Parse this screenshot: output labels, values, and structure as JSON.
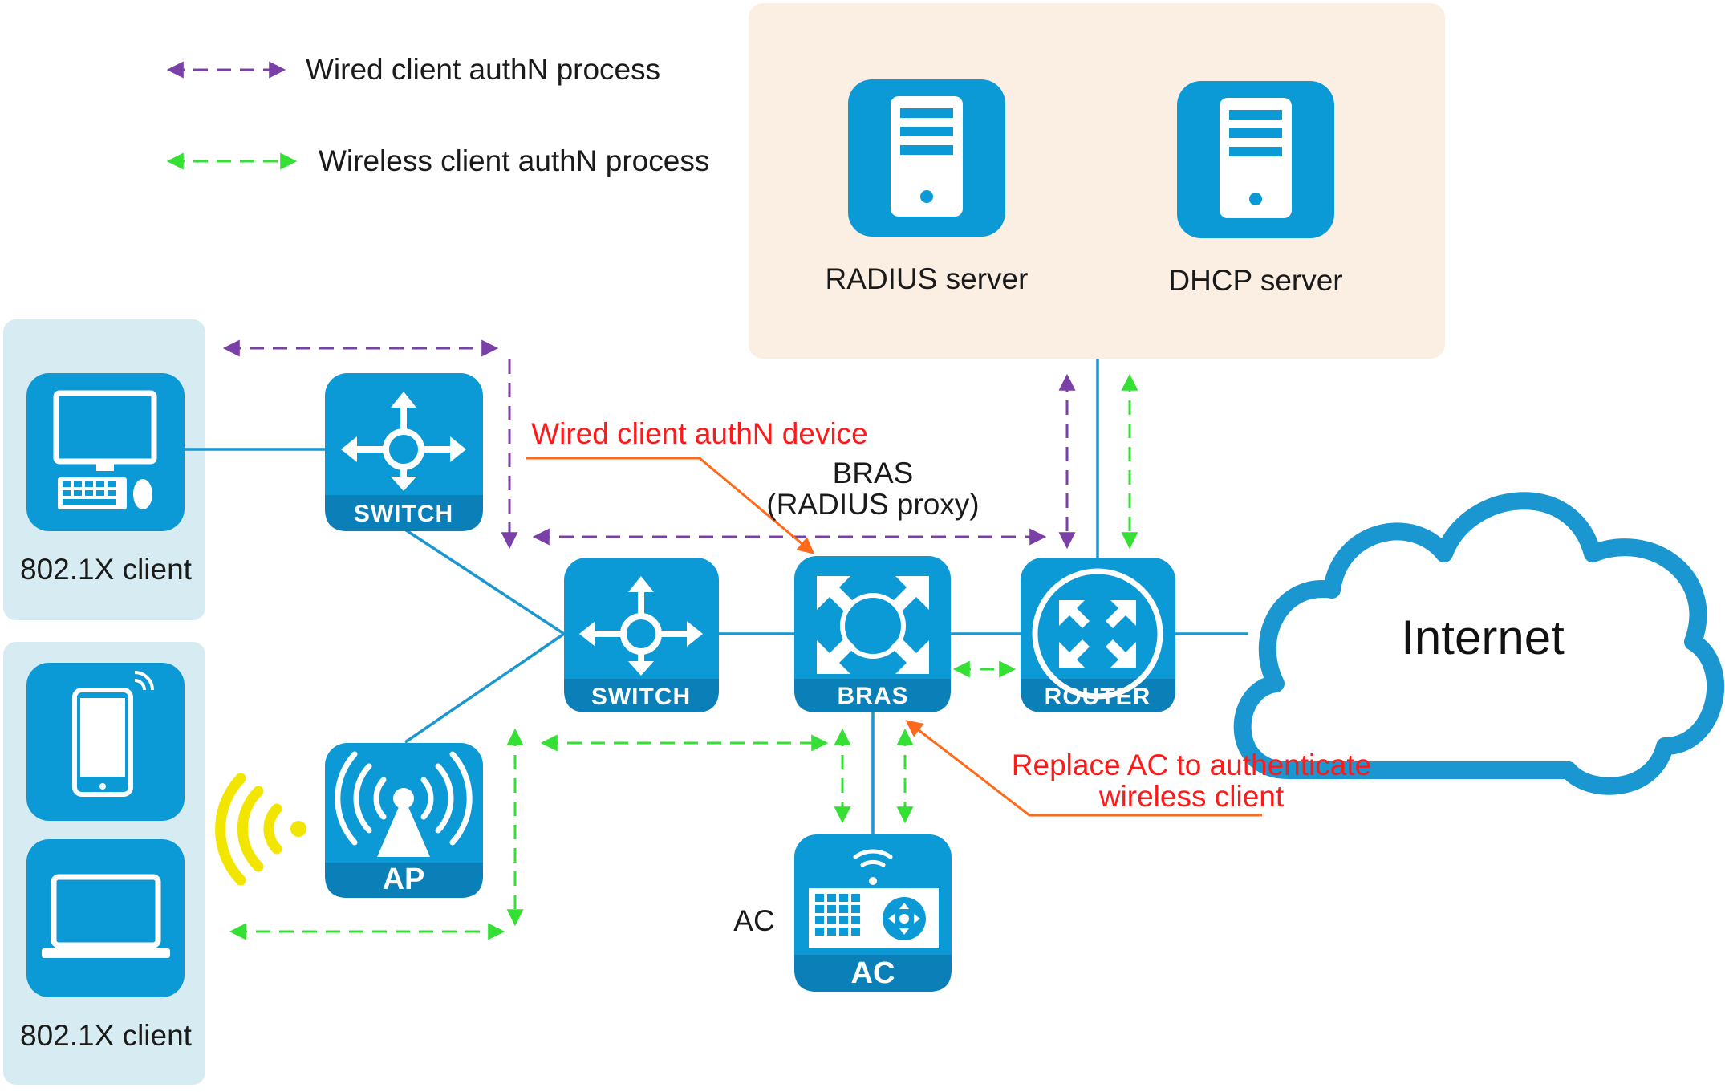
{
  "legend": {
    "wired": {
      "label": "Wired client authN process",
      "color": "#7b3fa8"
    },
    "wireless": {
      "label": "Wireless client authN process",
      "color": "#33e033"
    }
  },
  "servers": {
    "radius": "RADIUS server",
    "dhcp": "DHCP server"
  },
  "clients": {
    "wired": "802.1X client",
    "wireless": "802.1X client"
  },
  "devices": {
    "switch1": "SWITCH",
    "switch2": "SWITCH",
    "bras": "BRAS",
    "router": "ROUTER",
    "ap": "AP",
    "ac": "AC"
  },
  "annotations": {
    "wired_device": "Wired client authN device",
    "bras_line1": "BRAS",
    "bras_line2": "(RADIUS proxy)",
    "replace_line1": "Replace AC to authenticate",
    "replace_line2": "wireless client",
    "ac_side": "AC"
  },
  "internet": "Internet",
  "colors": {
    "device": "#0c9ad6",
    "device_dark": "#0a7fb8",
    "link": "#1a96d0",
    "annotation": "#ff1a1a",
    "annotation_arrow": "#ff6a1a",
    "server_zone": "#fbeee3",
    "client_zone": "#d6ecf2",
    "wifi": "#f2e600"
  }
}
